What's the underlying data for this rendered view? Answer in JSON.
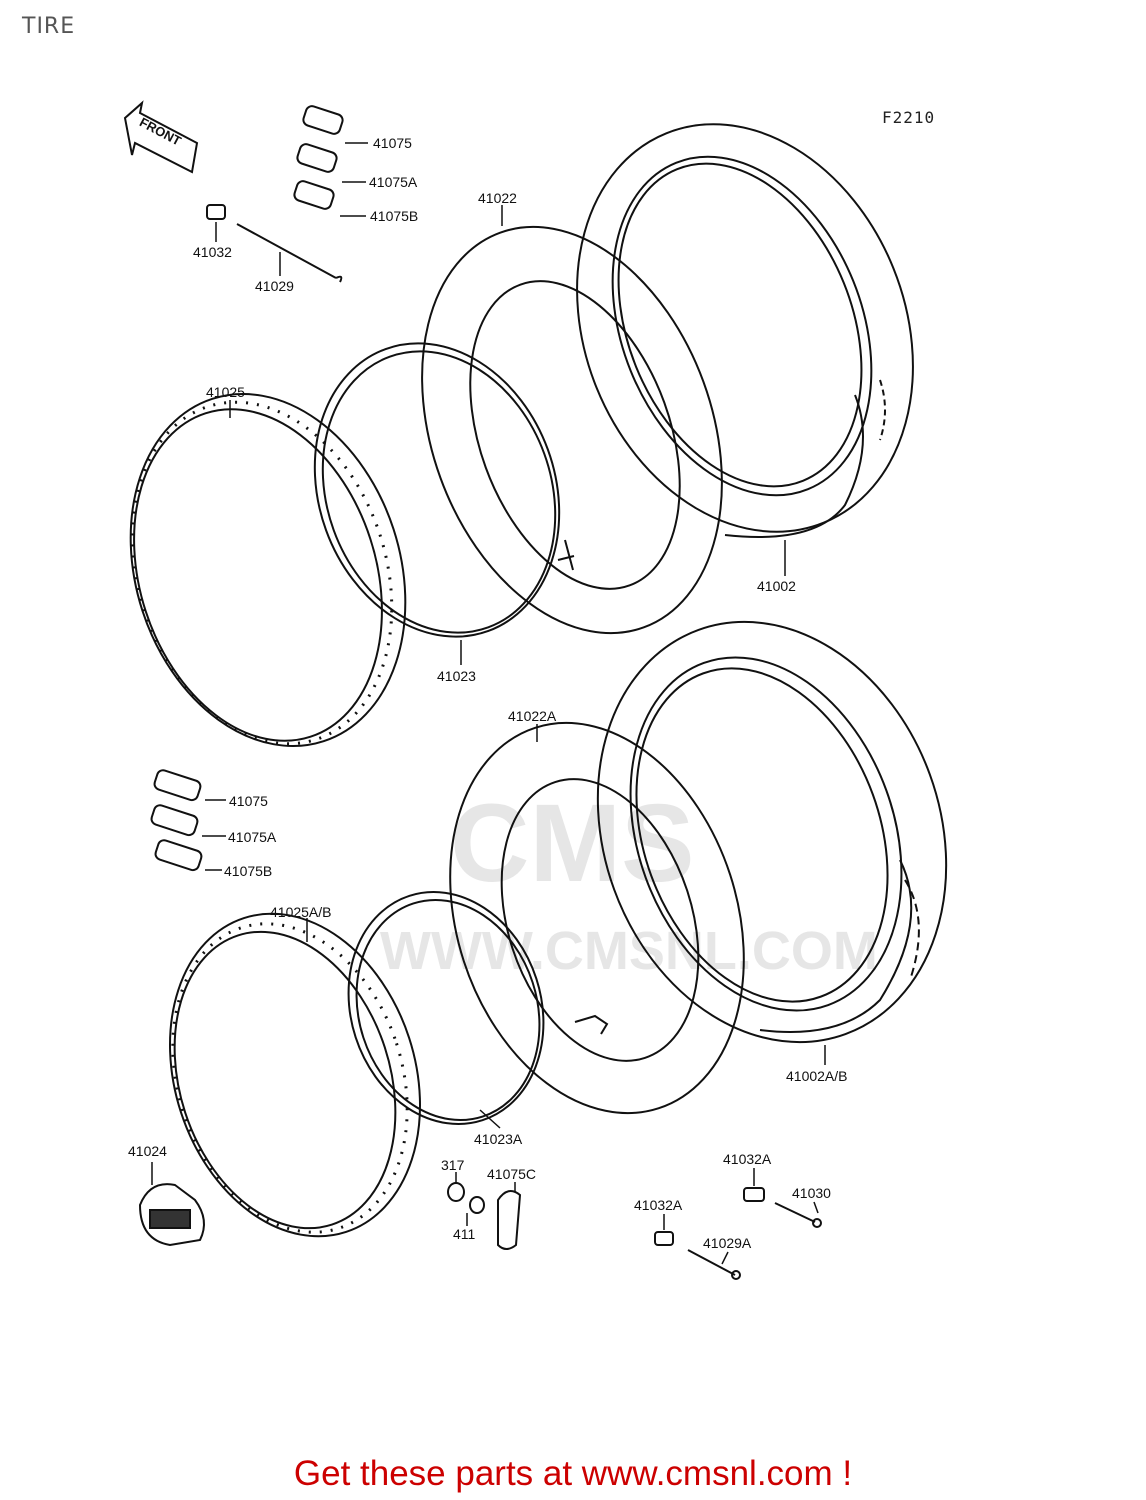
{
  "header": {
    "title": "TIRE",
    "figure_code": "F2210"
  },
  "front_arrow_label": "FRONT",
  "watermark": {
    "logo_text": "CMS",
    "url_text": "WWW.CMSNL.COM"
  },
  "labels": {
    "p41075_top": "41075",
    "p41075A_top": "41075A",
    "p41075B_top": "41075B",
    "p41032": "41032",
    "p41029": "41029",
    "p41022": "41022",
    "p41025": "41025",
    "p41023": "41023",
    "p41002": "41002",
    "p41022A": "41022A",
    "p41075_mid": "41075",
    "p41075A_mid": "41075A",
    "p41075B_mid": "41075B",
    "p41025AB": "41025A/B",
    "p41002AB": "41002A/B",
    "p41023A": "41023A",
    "p41024": "41024",
    "p317": "317",
    "p41075C": "41075C",
    "p411": "411",
    "p41032A_right": "41032A",
    "p41030": "41030",
    "p41032A_left": "41032A",
    "p41029A": "41029A"
  },
  "footer": {
    "cta": "Get these parts at www.cmsnl.com !"
  }
}
